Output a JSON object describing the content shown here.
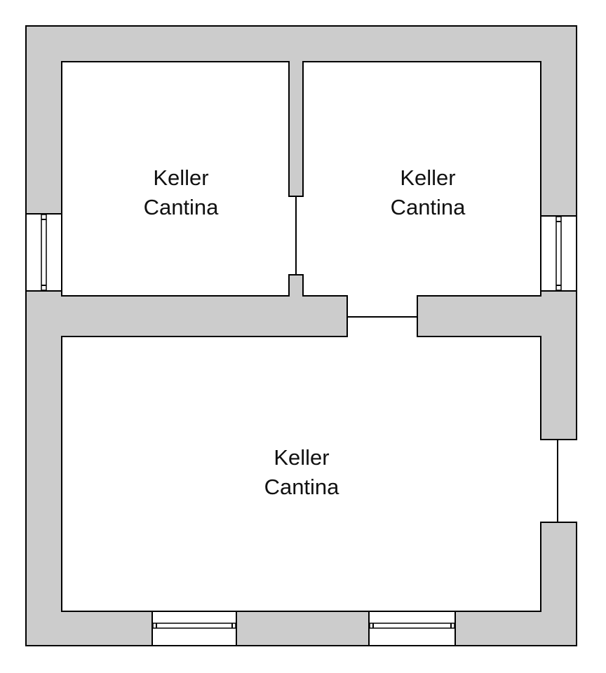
{
  "colors": {
    "wall": "#cccccc",
    "room": "#ffffff",
    "line": "#000000"
  },
  "rooms": [
    {
      "name": "Keller",
      "subtitle": "Cantina"
    },
    {
      "name": "Keller",
      "subtitle": "Cantina"
    },
    {
      "name": "Keller",
      "subtitle": "Cantina"
    }
  ]
}
